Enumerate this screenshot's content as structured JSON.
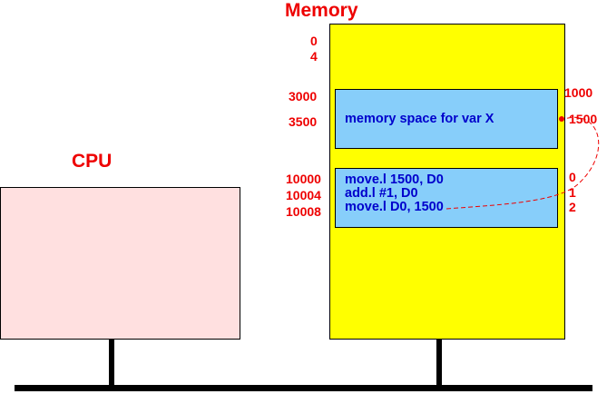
{
  "memory": {
    "title": "Memory",
    "addresses_left": [
      "0",
      "4",
      "3000",
      "3500",
      "10000",
      "10004",
      "10008"
    ],
    "addresses_right": [
      "1000",
      "1500",
      "0",
      "1",
      "2"
    ],
    "var_region_label": "memory space for var X",
    "instructions": [
      "move.l  1500, D0",
      "add.l  #1, D0",
      "move.l  D0, 1500"
    ]
  },
  "cpu": {
    "title": "CPU"
  },
  "colors": {
    "label_red": "#ee0000",
    "code_blue": "#0000cc",
    "cpu_fill": "#ffe0e0",
    "memory_fill": "#ffff00",
    "region_fill": "#87cefa"
  }
}
